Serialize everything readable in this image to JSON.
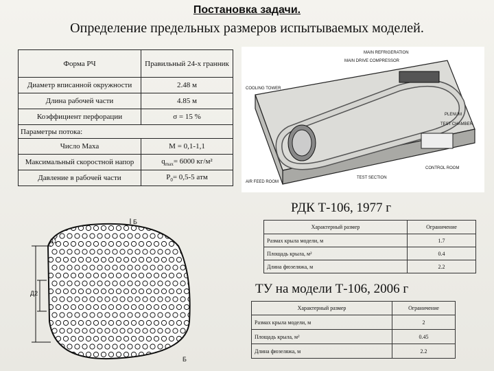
{
  "slide": {
    "heading": "Постановка задачи.",
    "subheading": "Определение предельных размеров испытываемых моделей."
  },
  "params_table": {
    "rows": [
      {
        "label": "Форма РЧ",
        "value": "Правильный 24-х гранник"
      },
      {
        "label": "Диаметр вписанной окружности",
        "value": "2.48 м"
      },
      {
        "label": "Длина рабочей части",
        "value": "4.85 м"
      },
      {
        "label": "Коэффициент перфорации",
        "value": "σ = 15 %"
      }
    ],
    "flow_header": "Параметры потока:",
    "flow_rows": [
      {
        "label": "Число Маха",
        "value": "М = 0,1-1,1"
      },
      {
        "label": "Максимальный скоростной напор",
        "value_main": "q",
        "value_sub": "max",
        "value_rest": "= 6000 кг/м²"
      },
      {
        "label": "Давление в рабочей части",
        "value_main": "P",
        "value_sub": "0",
        "value_rest": "= 0,5-5 атм"
      }
    ]
  },
  "tunnel_diagram": {
    "labels": [
      "MAIN REFRIGERATION",
      "MAIN DRIVE COMPRESSOR",
      "COOLING TOWER",
      "PLENUM",
      "TEST CHAMBER",
      "AIR FEED ROOM",
      "TEST SECTION",
      "CONTROL ROOM"
    ]
  },
  "model_diagram": {
    "labels": [
      "Б",
      "Д1",
      "Д2",
      "Б"
    ]
  },
  "caption_1977": "РДК Т-106, 1977 г",
  "table_1977": {
    "headers": [
      "Характерный размер",
      "Ограничение"
    ],
    "rows": [
      [
        "Размах крыла модели, м",
        "1.7"
      ],
      [
        "Площадь крыла, м²",
        "0.4"
      ],
      [
        "Длина фюзеляжа, м",
        "2.2"
      ]
    ]
  },
  "caption_2006": "ТУ на модели Т-106, 2006 г",
  "table_2006": {
    "headers": [
      "Характерный размер",
      "Ограничение"
    ],
    "rows": [
      [
        "Размах крыла модели, м",
        "2"
      ],
      [
        "Площадь крыла, м²",
        "0.45"
      ],
      [
        "Длина фюзеляжа, м",
        "2.2"
      ]
    ]
  }
}
